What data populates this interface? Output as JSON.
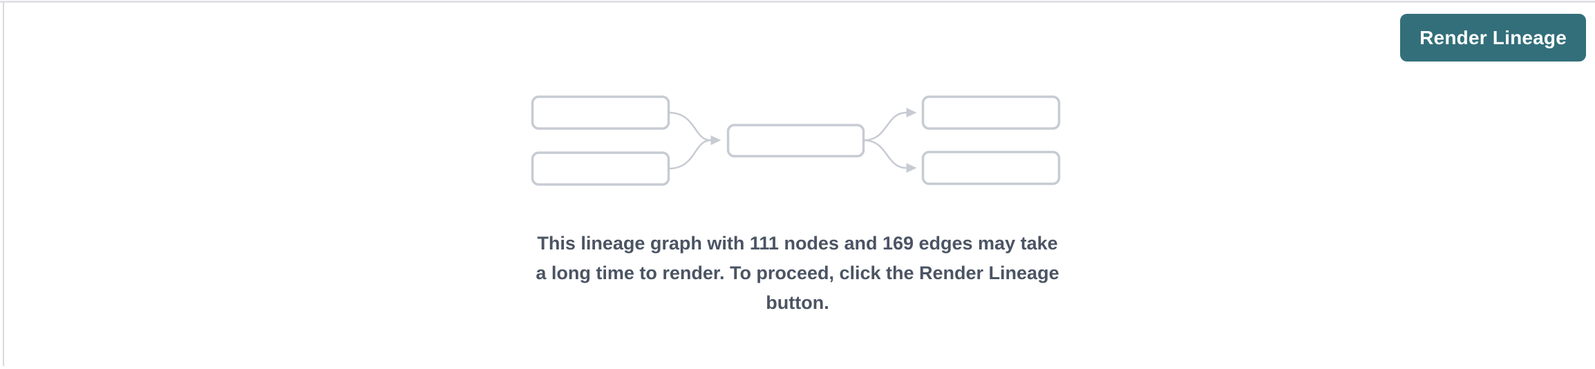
{
  "pane": {
    "name": "lineage-pane"
  },
  "button": {
    "label": "Render Lineage"
  },
  "message": {
    "full_text": "This lineage graph with 111 nodes and 169 edges may take a long time to render. To proceed, click the Render Lineage button.",
    "lines": [
      "This lineage graph with 111 nodes and 169 edges may take",
      "a long time to render. To proceed, click the Render Lineage",
      "button."
    ],
    "node_count": "111",
    "edge_count": "169"
  },
  "illustration": {
    "name": "lineage-graph-placeholder",
    "box_count": 5,
    "arrow_count": 4
  },
  "colors": {
    "accent_teal": "#336f7a",
    "button_text": "#ffffff",
    "message_text": "#4b5463",
    "placeholder_stroke": "#c7cbd3",
    "pane_top_border": "#e0e2e6",
    "pane_left_border": "#d7d9dd",
    "background": "#ffffff"
  }
}
